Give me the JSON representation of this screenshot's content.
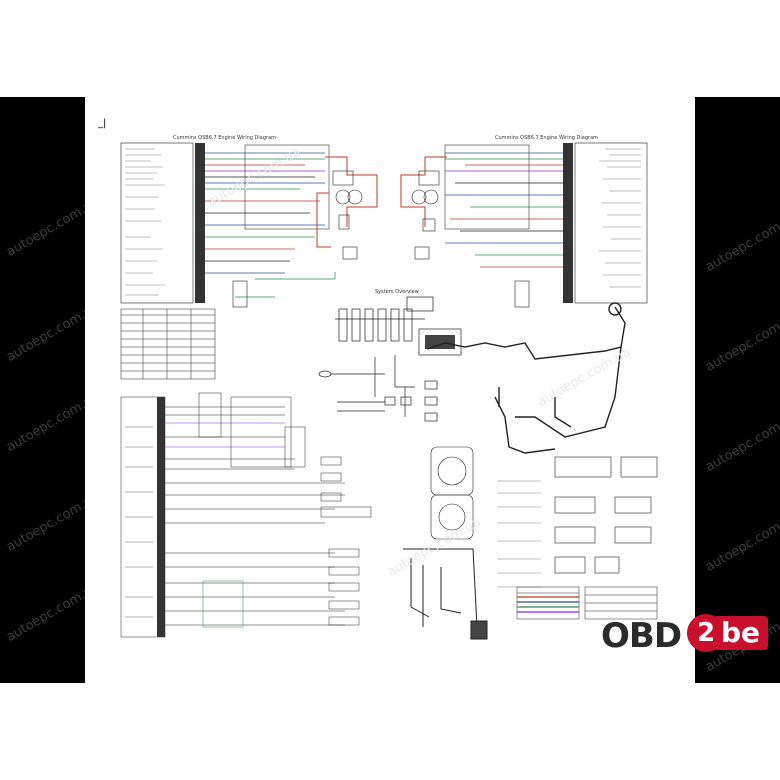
{
  "watermark": {
    "text": "autoepc.com.ua"
  },
  "logo": {
    "obd": "OBD",
    "two": "2",
    "be": "be"
  },
  "sheet": {
    "corner_mark": "_|",
    "left_title": "Cummins QSB6.7 Engine Wiring Diagram",
    "right_title": "Cummins QSB6.7 Engine Wiring Diagram",
    "system_overview_label": "System Overview"
  },
  "colors": {
    "side_panels": "#000000",
    "sheet": "#ffffff",
    "wire_red": "#c0392b",
    "wire_green": "#2e8b57",
    "wire_blue": "#2a4fa0",
    "line_dark": "#222222",
    "logo_accent": "#c8102e"
  }
}
